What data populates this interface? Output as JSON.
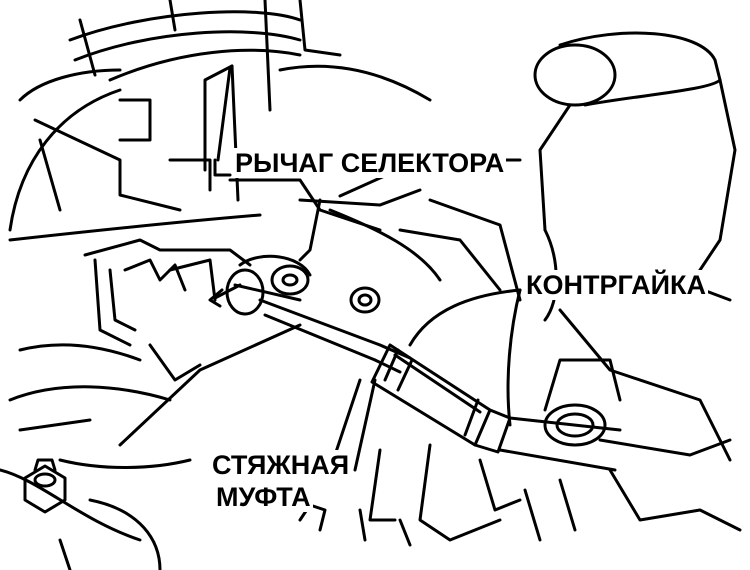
{
  "labels": {
    "selector_lever": "РЫЧАГ СЕЛЕКТОРА",
    "locknut": "КОНТРГАЙКА",
    "turnbuckle_line1": "СТЯЖНАЯ",
    "turnbuckle_line2": "МУФТА"
  },
  "colors": {
    "ink": "#000000",
    "background": "#ffffff"
  }
}
